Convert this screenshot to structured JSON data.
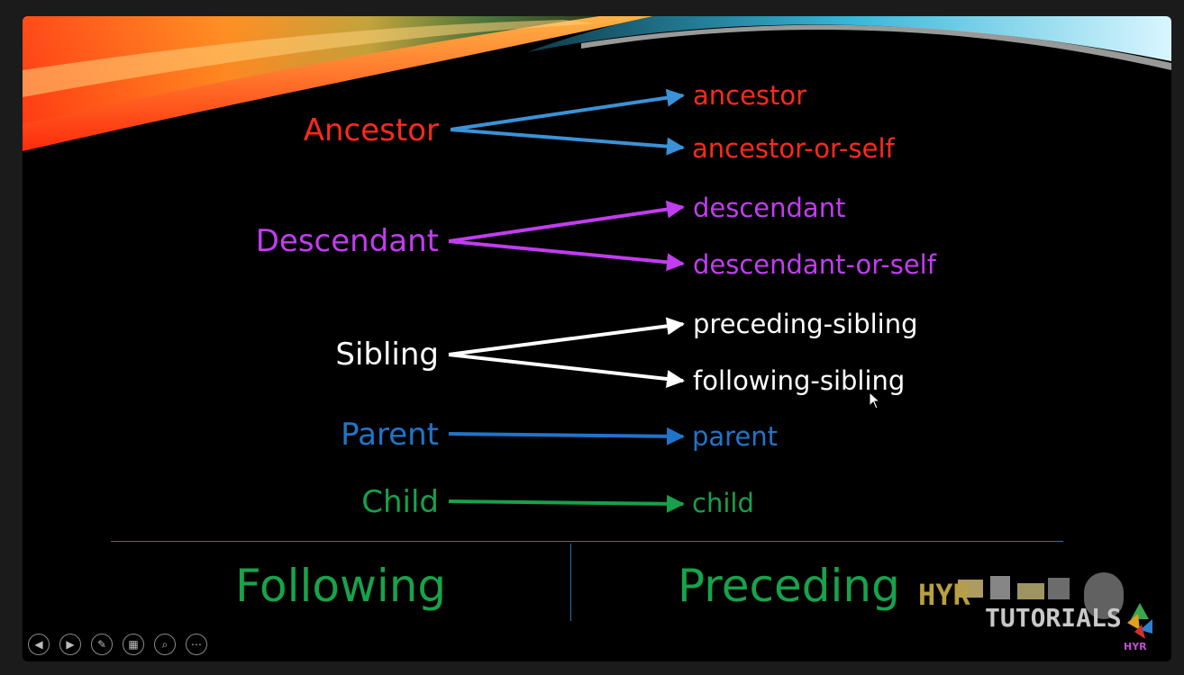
{
  "axes": {
    "ancestor": {
      "label": "Ancestor",
      "color": "#ff2a1a",
      "arrow_color": "#3b92d6",
      "targets": [
        "ancestor",
        "ancestor-or-self"
      ]
    },
    "descendant": {
      "label": "Descendant",
      "color": "#c23cf0",
      "arrow_color": "#c23cf0",
      "targets": [
        "descendant",
        "descendant-or-self"
      ]
    },
    "sibling": {
      "label": "Sibling",
      "color": "#ffffff",
      "arrow_color": "#ffffff",
      "targets": [
        "preceding-sibling",
        "following-sibling"
      ]
    },
    "parent": {
      "label": "Parent",
      "color": "#2174c9",
      "arrow_color": "#2174c9",
      "targets": [
        "parent"
      ]
    },
    "child": {
      "label": "Child",
      "color": "#18a04a",
      "arrow_color": "#18a04a",
      "targets": [
        "child"
      ]
    }
  },
  "bottom": {
    "following": "Following",
    "preceding": "Preceding"
  },
  "logo": {
    "brand": "HYR TUTORIALS",
    "hyr": "HYR",
    "tutorials": "TUTORIALS",
    "badge": "HYR"
  },
  "controls": [
    {
      "name": "previous-slide-icon",
      "glyph": "◀"
    },
    {
      "name": "next-slide-icon",
      "glyph": "▶"
    },
    {
      "name": "pen-icon",
      "glyph": "✎"
    },
    {
      "name": "all-slides-icon",
      "glyph": "▦"
    },
    {
      "name": "zoom-icon",
      "glyph": "⌕"
    },
    {
      "name": "more-options-icon",
      "glyph": "⋯"
    }
  ]
}
